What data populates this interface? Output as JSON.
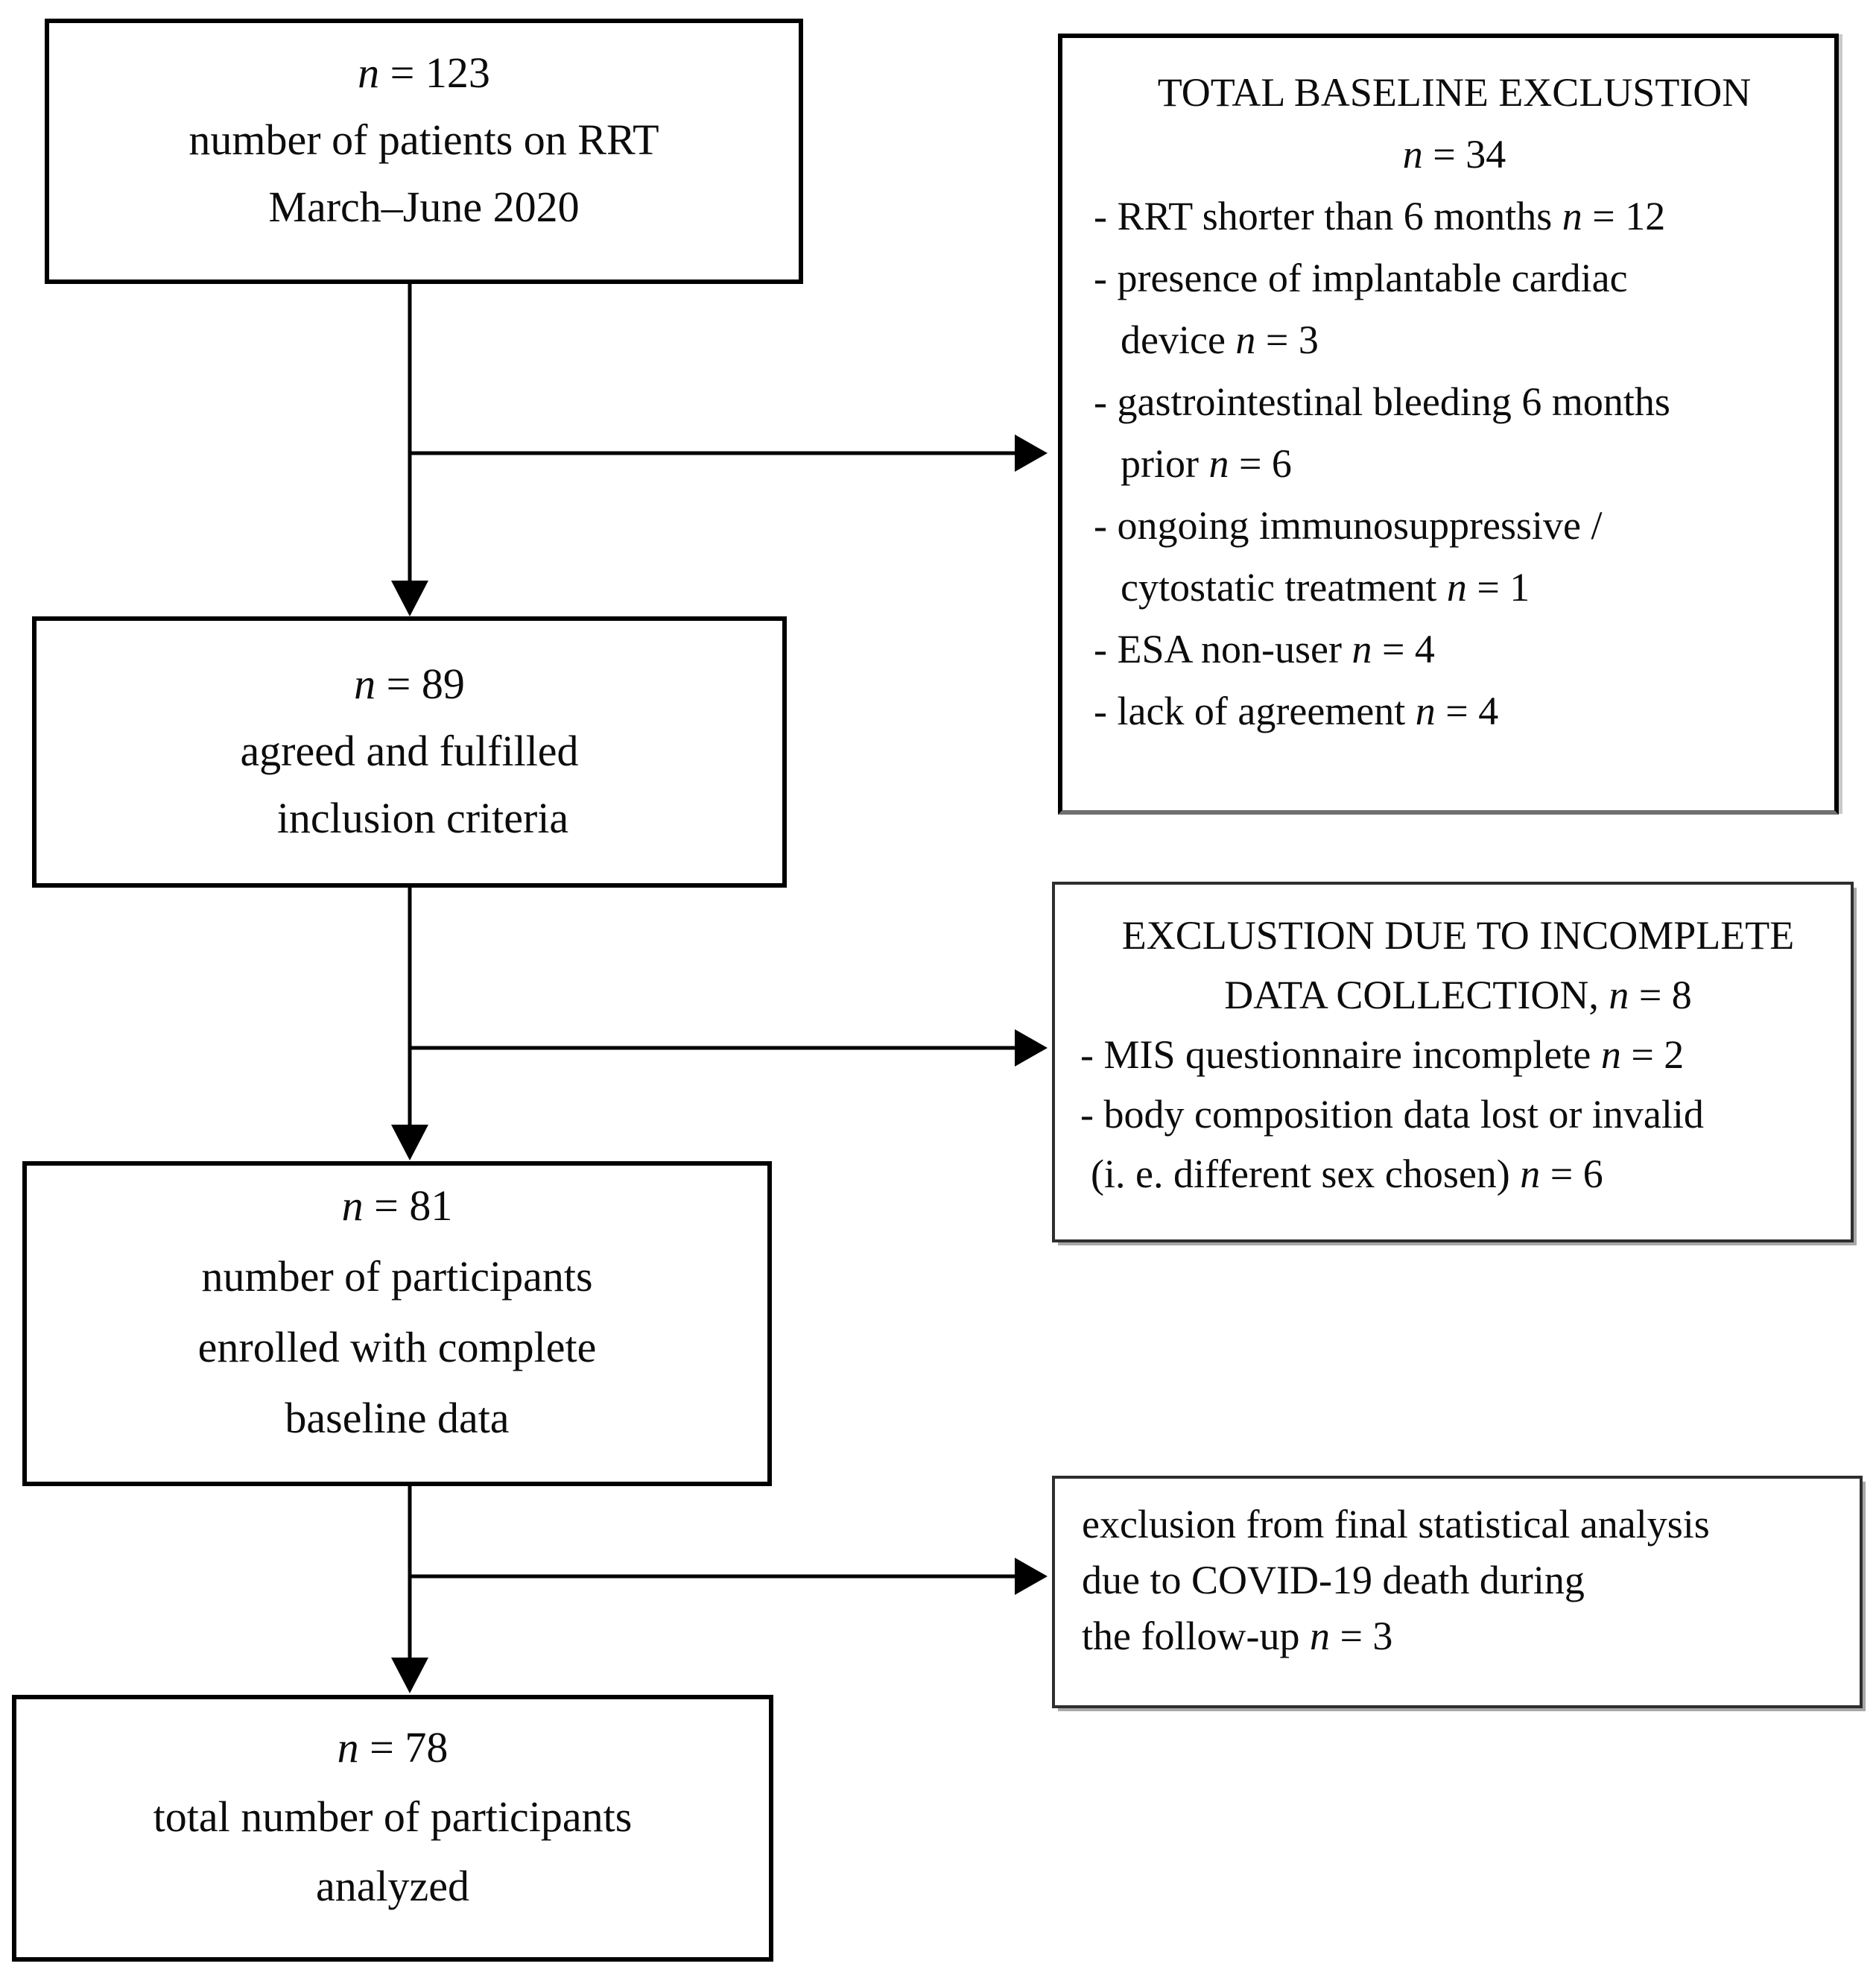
{
  "diagram": {
    "left_boxes": [
      {
        "name": "patients-on-rrt",
        "lines": [
          "n = 123",
          "number of patients on RRT",
          "March–June 2020"
        ]
      },
      {
        "name": "agreed-inclusion",
        "lines": [
          "n = 89",
          "agreed and fulfilled",
          "inclusion criteria"
        ]
      },
      {
        "name": "enrolled-complete-baseline",
        "lines": [
          "n = 81",
          "number of participants",
          "enrolled with complete",
          "baseline data"
        ]
      },
      {
        "name": "total-analyzed",
        "lines": [
          "n = 78",
          "total number of participants",
          "analyzed"
        ]
      }
    ],
    "right_boxes": [
      {
        "name": "total-baseline-exclusion",
        "title_lines": [
          "TOTAL BASELINE EXCLUSTION",
          "n = 34"
        ],
        "items": [
          "- RRT shorter than 6 months n = 12",
          "- presence of implantable cardiac",
          "device n = 3",
          "- gastrointestinal bleeding 6 months",
          "prior n = 6",
          "- ongoing immunosuppressive /",
          "cytostatic treatment n = 1",
          "- ESA non-user n = 4",
          "- lack of agreement n = 4"
        ]
      },
      {
        "name": "exclusion-incomplete-data",
        "title_lines": [
          "EXCLUSTION DUE TO INCOMPLETE",
          "DATA COLLECTION, n = 8"
        ],
        "items": [
          "- MIS questionnaire incomplete n = 2",
          "- body composition data lost or invalid",
          "(i. e. different sex chosen) n = 6"
        ]
      },
      {
        "name": "exclusion-covid-death",
        "title_lines": [],
        "items": [
          "exclusion from final statistical analysis",
          "due to COVID-19 death during",
          "the follow-up n = 3"
        ]
      }
    ],
    "colors": {
      "line": "#000000",
      "border": "#000000",
      "border_secondary": "#2e2e2e",
      "shadow": "#a8a8a8",
      "background": "#ffffff"
    }
  }
}
